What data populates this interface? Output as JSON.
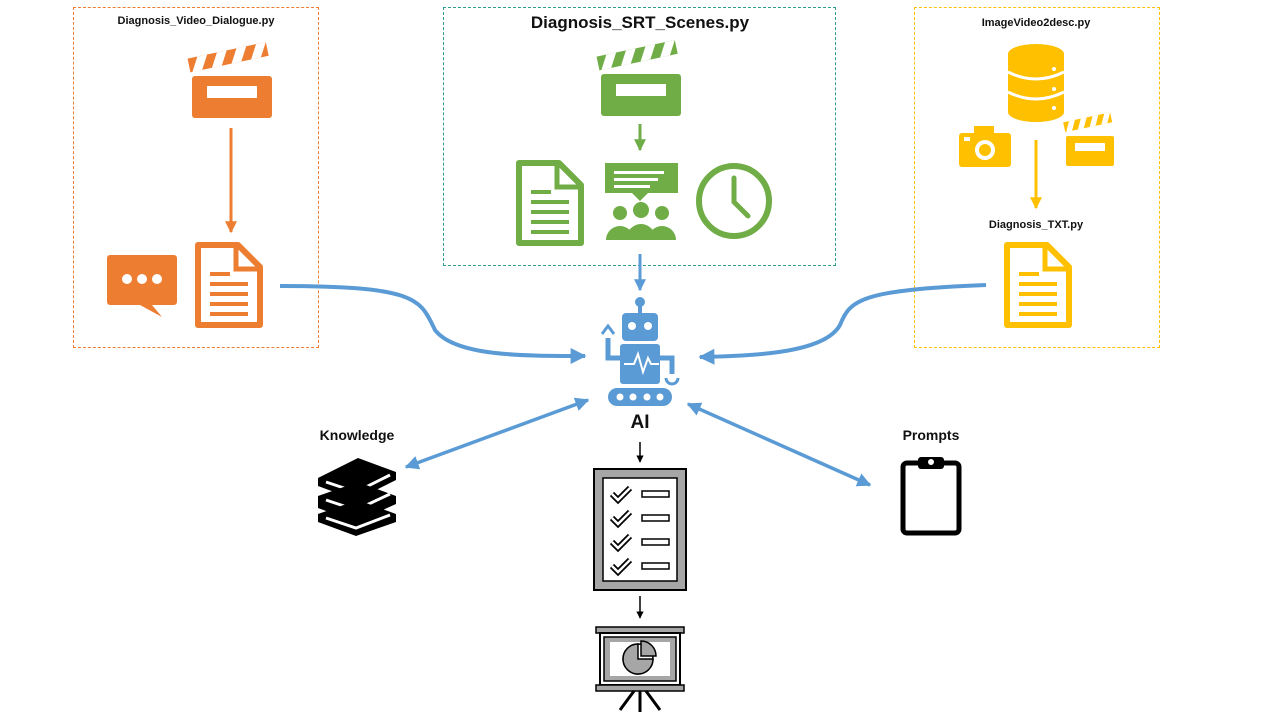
{
  "colors": {
    "orange": "#ED7D31",
    "green": "#70AD47",
    "yellow": "#FFC000",
    "blue": "#5B9BD5",
    "teal_border": "#2E9E8F",
    "black": "#000000",
    "gray": "#A6A6A6"
  },
  "groups": {
    "video_dialogue": {
      "script": "Diagnosis_Video_Dialogue.py"
    },
    "srt_scenes": {
      "script": "Diagnosis_SRT_Scenes.py"
    },
    "image_video": {
      "script": "ImageVideo2desc.py",
      "sub_script": "Diagnosis_TXT.py"
    }
  },
  "center": {
    "label": "AI"
  },
  "knowledge": {
    "label": "Knowledge"
  },
  "prompts": {
    "label": "Prompts"
  },
  "icons": [
    "clapperboard-icon",
    "document-icon",
    "chat-bubble-icon",
    "meeting-icon",
    "clock-icon",
    "database-icon",
    "camera-icon",
    "robot-icon",
    "books-icon",
    "clipboard-icon",
    "checklist-icon",
    "presentation-icon"
  ]
}
